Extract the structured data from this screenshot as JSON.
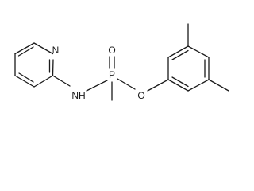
{
  "molecule": {
    "atoms": {
      "n_pyridine": "N",
      "n_amine": "NH",
      "p": "P",
      "o_double": "O",
      "o_ester": "O"
    }
  }
}
